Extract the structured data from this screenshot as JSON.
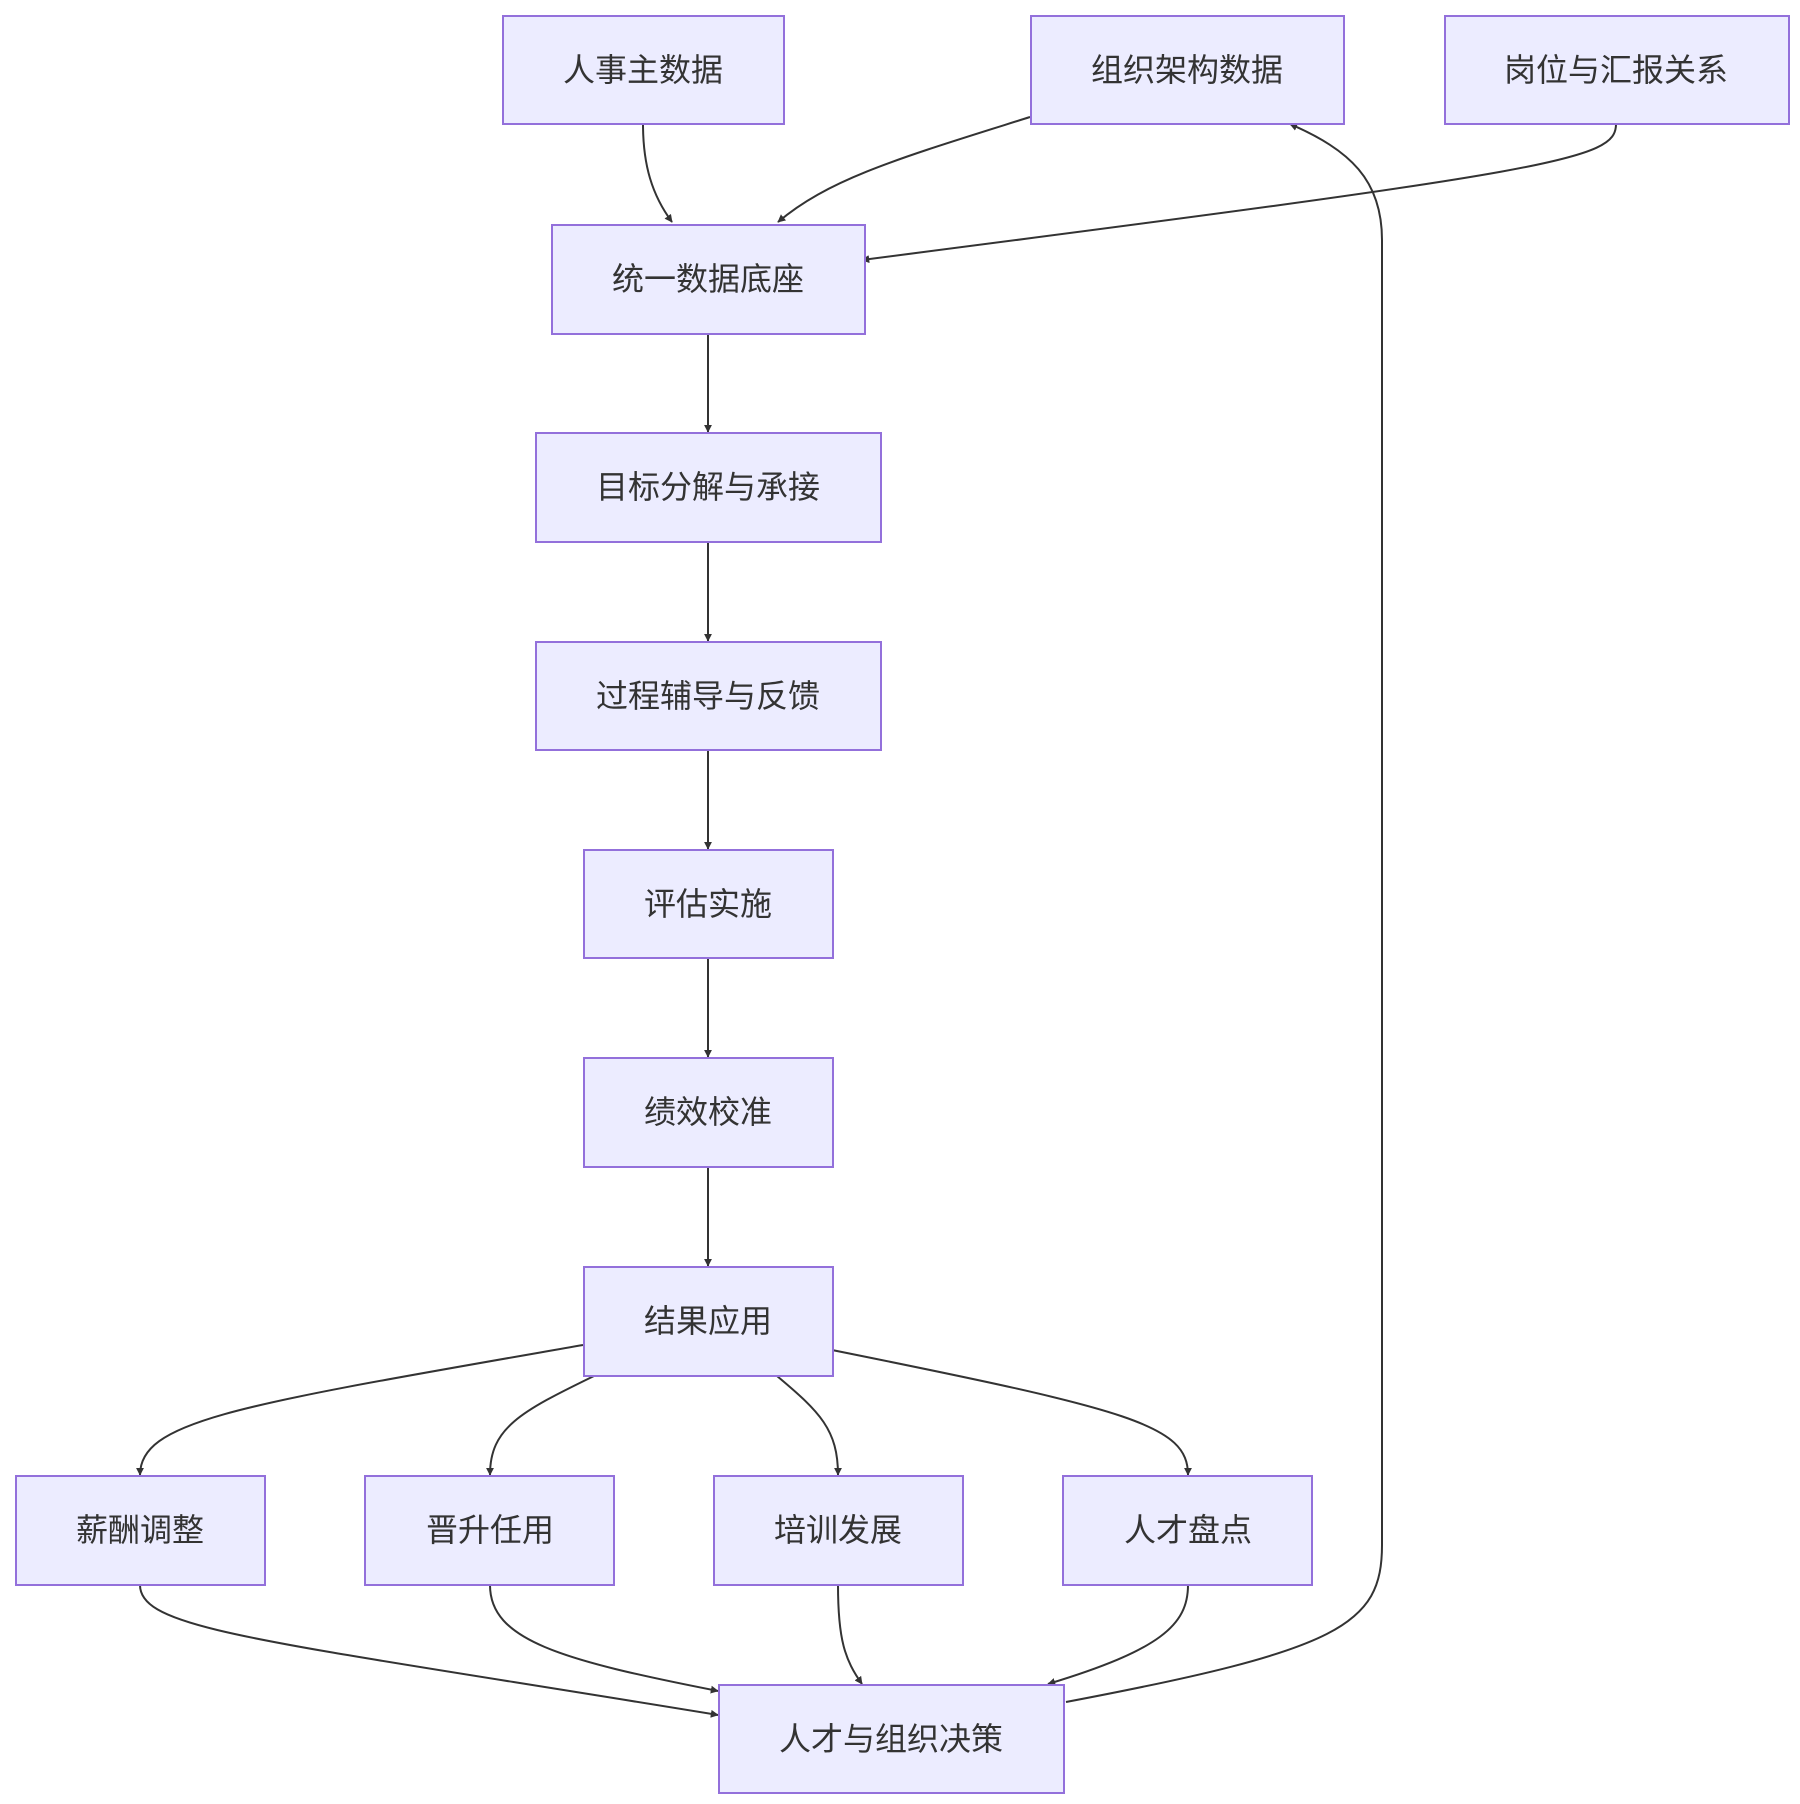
{
  "nodes": {
    "hr_master": "人事主数据",
    "org_data": "组织架构数据",
    "position_report": "岗位与汇报关系",
    "data_base": "统一数据底座",
    "goal": "目标分解与承接",
    "coaching": "过程辅导与反馈",
    "evaluation": "评估实施",
    "calibration": "绩效校准",
    "application": "结果应用",
    "salary": "薪酬调整",
    "promotion": "晋升任用",
    "training": "培训发展",
    "talent_review": "人才盘点",
    "decision": "人才与组织决策"
  },
  "colors": {
    "node_fill": "#ececff",
    "node_stroke": "#9370db",
    "edge": "#333333",
    "text": "#333333"
  }
}
